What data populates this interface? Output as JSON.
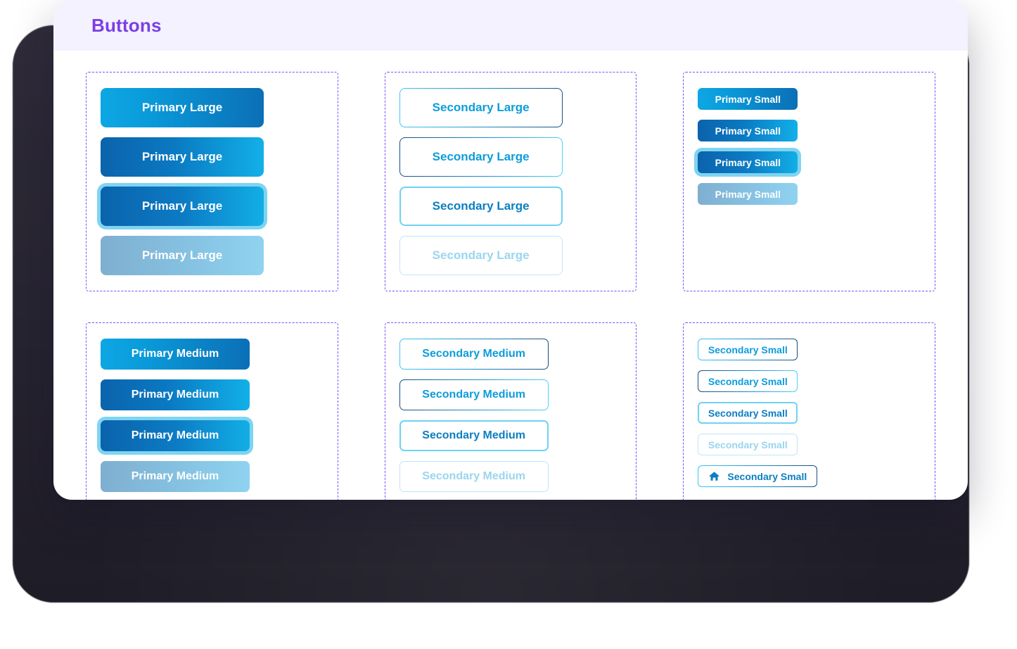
{
  "header": {
    "title": "Buttons"
  },
  "colors": {
    "title": "#7B3FE4",
    "header_bg": "#F3F2FE",
    "dashed_border": "#7C4DFF",
    "primary_cyan": "#0DA7E4",
    "primary_deep_blue": "#0B6FB6",
    "focus_ring": "#7FD4F0",
    "secondary_text": "#0D9DDB",
    "disabled_text": "#9BD5EF",
    "disabled_fill_start": "#7FAFD0",
    "disabled_fill_end": "#8FD3F0"
  },
  "groups": [
    {
      "name": "primary-large",
      "size": "lg",
      "buttons": [
        {
          "label": "Primary Large",
          "state": "default",
          "variant": "primary"
        },
        {
          "label": "Primary Large",
          "state": "hover",
          "variant": "primary"
        },
        {
          "label": "Primary Large",
          "state": "focus",
          "variant": "primary"
        },
        {
          "label": "Primary Large",
          "state": "disabled",
          "variant": "primary"
        }
      ]
    },
    {
      "name": "secondary-large",
      "size": "lg",
      "buttons": [
        {
          "label": "Secondary Large",
          "state": "default",
          "variant": "secondary"
        },
        {
          "label": "Secondary Large",
          "state": "hover",
          "variant": "secondary"
        },
        {
          "label": "Secondary Large",
          "state": "focus",
          "variant": "secondary"
        },
        {
          "label": "Secondary Large",
          "state": "disabled",
          "variant": "secondary"
        }
      ]
    },
    {
      "name": "primary-small",
      "size": "sm",
      "buttons": [
        {
          "label": "Primary Small",
          "state": "default",
          "variant": "primary"
        },
        {
          "label": "Primary Small",
          "state": "hover",
          "variant": "primary"
        },
        {
          "label": "Primary Small",
          "state": "focus",
          "variant": "primary"
        },
        {
          "label": "Primary Small",
          "state": "disabled",
          "variant": "primary"
        }
      ]
    },
    {
      "name": "primary-medium",
      "size": "md",
      "buttons": [
        {
          "label": "Primary Medium",
          "state": "default",
          "variant": "primary"
        },
        {
          "label": "Primary Medium",
          "state": "hover",
          "variant": "primary"
        },
        {
          "label": "Primary Medium",
          "state": "focus",
          "variant": "primary"
        },
        {
          "label": "Primary Medium",
          "state": "disabled",
          "variant": "primary"
        }
      ]
    },
    {
      "name": "secondary-medium",
      "size": "md",
      "buttons": [
        {
          "label": "Secondary Medium",
          "state": "default",
          "variant": "secondary"
        },
        {
          "label": "Secondary Medium",
          "state": "hover",
          "variant": "secondary"
        },
        {
          "label": "Secondary Medium",
          "state": "focus",
          "variant": "secondary"
        },
        {
          "label": "Secondary Medium",
          "state": "disabled",
          "variant": "secondary"
        }
      ]
    },
    {
      "name": "secondary-small",
      "size": "sm",
      "buttons": [
        {
          "label": "Secondary Small",
          "state": "default",
          "variant": "secondary"
        },
        {
          "label": "Secondary Small",
          "state": "hover",
          "variant": "secondary"
        },
        {
          "label": "Secondary Small",
          "state": "focus",
          "variant": "secondary"
        },
        {
          "label": "Secondary Small",
          "state": "disabled",
          "variant": "secondary"
        },
        {
          "label": "Secondary Small",
          "state": "with-icon",
          "variant": "secondary",
          "icon": "home-icon"
        }
      ]
    }
  ]
}
